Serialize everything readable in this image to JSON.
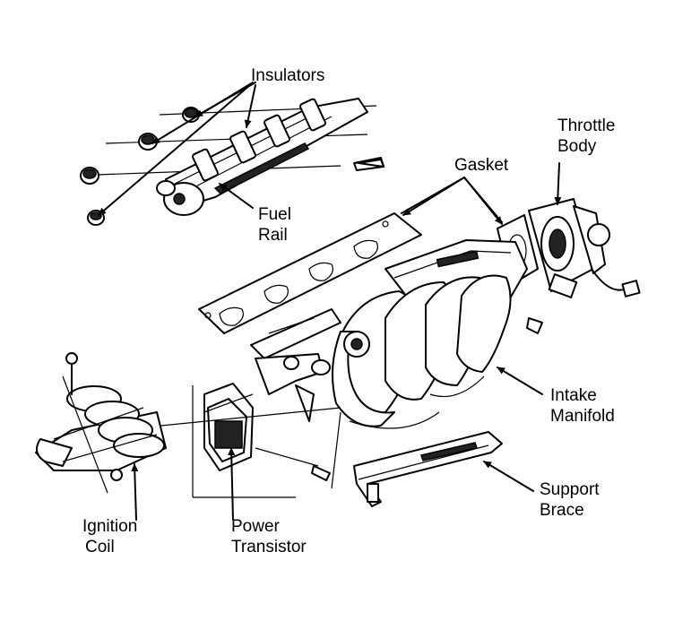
{
  "labels": {
    "insulators": "Insulators",
    "throttle_body_1": "Throttle",
    "throttle_body_2": "Body",
    "gasket": "Gasket",
    "fuel_rail_1": "Fuel",
    "fuel_rail_2": "Rail",
    "intake_manifold_1": "Intake",
    "intake_manifold_2": "Manifold",
    "support_brace_1": "Support",
    "support_brace_2": "Brace",
    "ignition_coil_1": "Ignition",
    "ignition_coil_2": "Coil",
    "power_transistor_1": "Power",
    "power_transistor_2": "Transistor"
  },
  "colors": {
    "ink": "#000000",
    "paper": "#ffffff"
  }
}
